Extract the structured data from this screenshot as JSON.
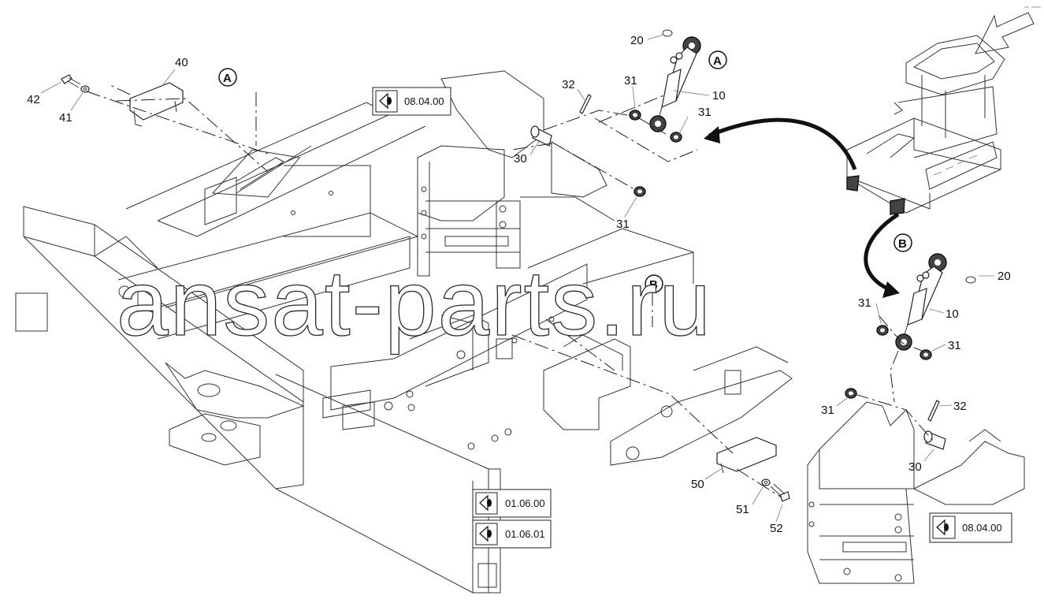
{
  "diagram": {
    "callouts": {
      "c40": "40",
      "c42": "42",
      "c41": "41",
      "c20a": "20",
      "c31a": "31",
      "c10a": "10",
      "c31b": "31",
      "c32a": "32",
      "c30a": "30",
      "c31c": "31",
      "c20b": "20",
      "c31d": "31",
      "c10b": "10",
      "c31e": "31",
      "c31f": "31",
      "c32b": "32",
      "c30b": "30",
      "c50": "50",
      "c51": "51",
      "c52": "52"
    },
    "markers": {
      "a1": "A",
      "a2": "A",
      "b1": "B",
      "b2": "B"
    },
    "refs": {
      "r1": "08.04.00",
      "r2": "01.06.00",
      "r3": "01.06.01",
      "r4": "08.04.00"
    },
    "watermark": "ansat-parts.ru",
    "icons": {
      "ref_icon": "eye-view-icon",
      "arrow": "view-direction-arrow-icon"
    }
  }
}
